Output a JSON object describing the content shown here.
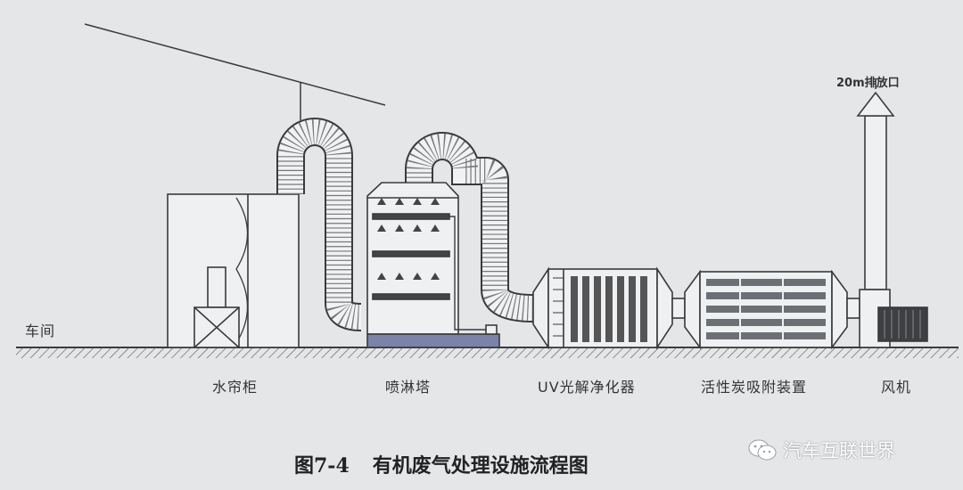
{
  "labels": {
    "workshop": "车间",
    "water_curtain": "水帘柜",
    "spray_tower": "喷淋塔",
    "uv_purifier": "UV光解净化器",
    "activated_carbon": "活性炭吸附装置",
    "fan": "风机",
    "stack_outlet": "20m排放口"
  },
  "caption": {
    "number": "图7-4",
    "title": "有机废气处理设施流程图"
  },
  "watermark": {
    "text": "汽车互联世界",
    "icon": "wechat-icon"
  },
  "colors": {
    "background": "#e4e6e8",
    "line": "#3a3a3a",
    "tank_base": "#7b83a8"
  }
}
